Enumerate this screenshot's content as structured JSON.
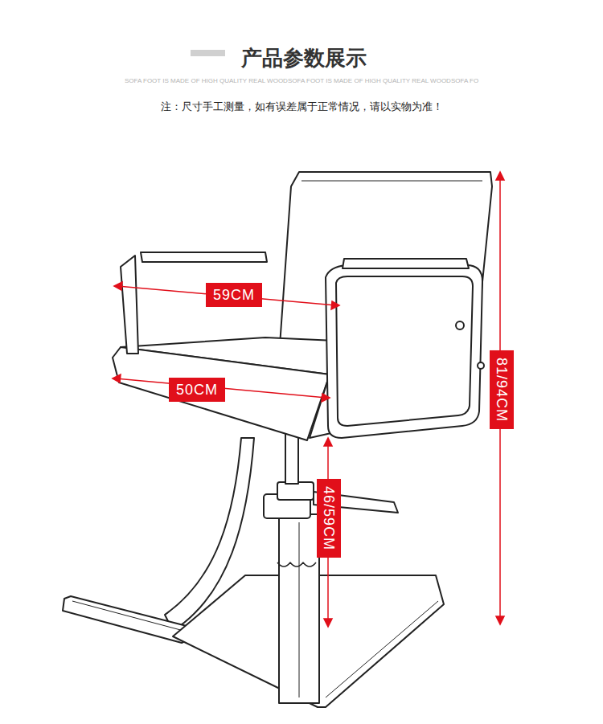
{
  "diagram": {
    "title": "产品参数展示",
    "labels": [
      "SOFA FOOT IS MADE OF HIGH QUALITY REAL WOODSOFA FOOT IS MADE OF HIGH QUALITY REAL WOODSOFA FO",
      "注：尺寸手工测量，如有误差属于正常情况，请以实物为准！",
      "59CM",
      "50CM",
      "81/94CM",
      "46/59CM"
    ]
  }
}
